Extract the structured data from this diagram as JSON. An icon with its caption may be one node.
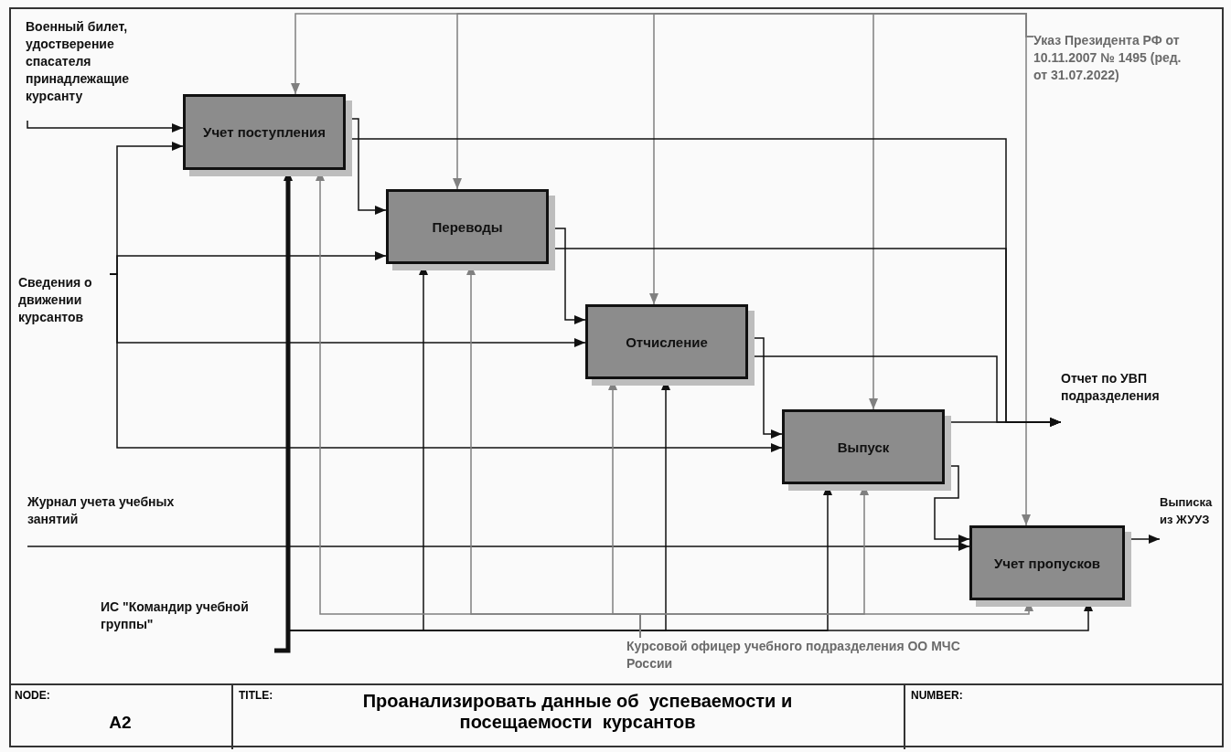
{
  "diagram": {
    "title": "Проанализировать данные об  успеваемости и посещаемости  курсантов",
    "nodes": [
      {
        "text": [
          "Военный билет, удостверение спасателя принадлежащие курсанту"
        ]
      },
      {
        "text": [
          "Учет поступления"
        ]
      },
      {
        "text": [
          "Переводы"
        ]
      },
      {
        "text": [
          "Отчисление"
        ]
      },
      {
        "text": [
          "Выпуск"
        ]
      },
      {
        "text": [
          "Учет пропусков"
        ]
      },
      {
        "text": [
          "Сведения о движении курсантов"
        ]
      },
      {
        "text": [
          "Журнал учета учебных занятий"
        ]
      },
      {
        "text": [
          "Указ Президента РФ от 10.11.2007 № 1495 (ред. от 31.07.2022)"
        ]
      },
      {
        "text": [
          "Отчет по УВП подразделения"
        ]
      },
      {
        "text": [
          "Выписка из ЖУУЗ"
        ]
      },
      {
        "text": [
          "ИС \"Командир учебной группы\""
        ]
      },
      {
        "text": [
          "Курсовой офицер учебного подразделения ОО МЧС России"
        ]
      }
    ],
    "edges": [
      {
        "from": 0,
        "to": 1,
        "arrow": "to"
      },
      {
        "from": 6,
        "to": 1,
        "arrow": "to"
      },
      {
        "from": 6,
        "to": 2,
        "arrow": "to"
      },
      {
        "from": 6,
        "to": 3,
        "arrow": "to"
      },
      {
        "from": 6,
        "to": 4,
        "arrow": "to"
      },
      {
        "from": 7,
        "to": 5,
        "arrow": "to"
      },
      {
        "from": 8,
        "to": 1,
        "arrow": "to",
        "color": "#808080"
      },
      {
        "from": 8,
        "to": 2,
        "arrow": "to",
        "color": "#808080"
      },
      {
        "from": 8,
        "to": 3,
        "arrow": "to",
        "color": "#808080"
      },
      {
        "from": 8,
        "to": 4,
        "arrow": "to",
        "color": "#808080"
      },
      {
        "from": 8,
        "to": 5,
        "arrow": "to",
        "color": "#808080"
      },
      {
        "from": 1,
        "to": 2,
        "arrow": "to"
      },
      {
        "from": 2,
        "to": 3,
        "arrow": "to"
      },
      {
        "from": 3,
        "to": 4,
        "arrow": "to"
      },
      {
        "from": 4,
        "to": 5,
        "arrow": "to"
      },
      {
        "from": 1,
        "to": 9,
        "arrow": "to"
      },
      {
        "from": 2,
        "to": 9,
        "arrow": "to"
      },
      {
        "from": 3,
        "to": 9,
        "arrow": "to"
      },
      {
        "from": 4,
        "to": 9,
        "arrow": "to"
      },
      {
        "from": 5,
        "to": 10,
        "arrow": "to"
      },
      {
        "from": 11,
        "to": 1,
        "arrow": "to",
        "style": "thick"
      },
      {
        "from": 11,
        "to": 2,
        "arrow": "to"
      },
      {
        "from": 11,
        "to": 3,
        "arrow": "to"
      },
      {
        "from": 11,
        "to": 4,
        "arrow": "to"
      },
      {
        "from": 11,
        "to": 5,
        "arrow": "to"
      },
      {
        "from": 12,
        "to": 1,
        "arrow": "to",
        "color": "#808080"
      },
      {
        "from": 12,
        "to": 2,
        "arrow": "to",
        "color": "#808080"
      },
      {
        "from": 12,
        "to": 3,
        "arrow": "to",
        "color": "#808080"
      },
      {
        "from": 12,
        "to": 4,
        "arrow": "to",
        "color": "#808080"
      },
      {
        "from": 12,
        "to": 5,
        "arrow": "to",
        "color": "#808080"
      }
    ],
    "labels": [
      "NODE:",
      "A2",
      "TITLE:",
      "NUMBER:"
    ]
  }
}
